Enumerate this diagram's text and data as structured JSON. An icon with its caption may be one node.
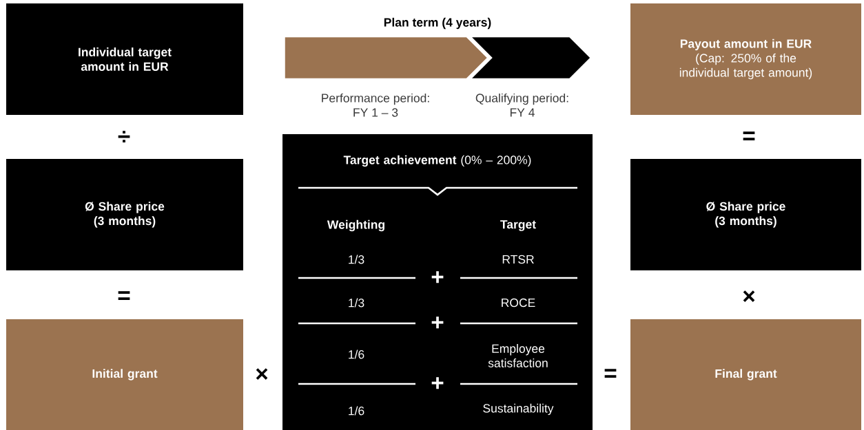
{
  "diagram": {
    "nodes": [
      {
        "text": [
          "Individual target amount in EUR"
        ]
      },
      {
        "text": [
          "Ø Share price (3 months)"
        ]
      },
      {
        "text": [
          "Initial grant"
        ]
      },
      {
        "text": [
          "Performance period: FY 1 – 3"
        ]
      },
      {
        "text": [
          "Qualifying period: FY 4"
        ]
      },
      {
        "text": [
          "**Target achievement** (0% – 200%)",
          "Weighting",
          "Target",
          "1/3",
          "RTSR",
          "1/3",
          "ROCE",
          "1/6",
          "Employee satisfaction",
          "1/6",
          "Sustainability"
        ]
      },
      {
        "text": [
          "Payout amount in EUR",
          "(Cap: 250% of the individual target amount)"
        ]
      },
      {
        "text": [
          "Ø Share price (3 months)"
        ]
      },
      {
        "text": [
          "Final grant"
        ]
      }
    ],
    "edges": [],
    "labels": [
      "Plan term (4 years)",
      "÷",
      "=",
      "+",
      "=",
      "×",
      "+",
      "×",
      "=",
      "+"
    ]
  }
}
